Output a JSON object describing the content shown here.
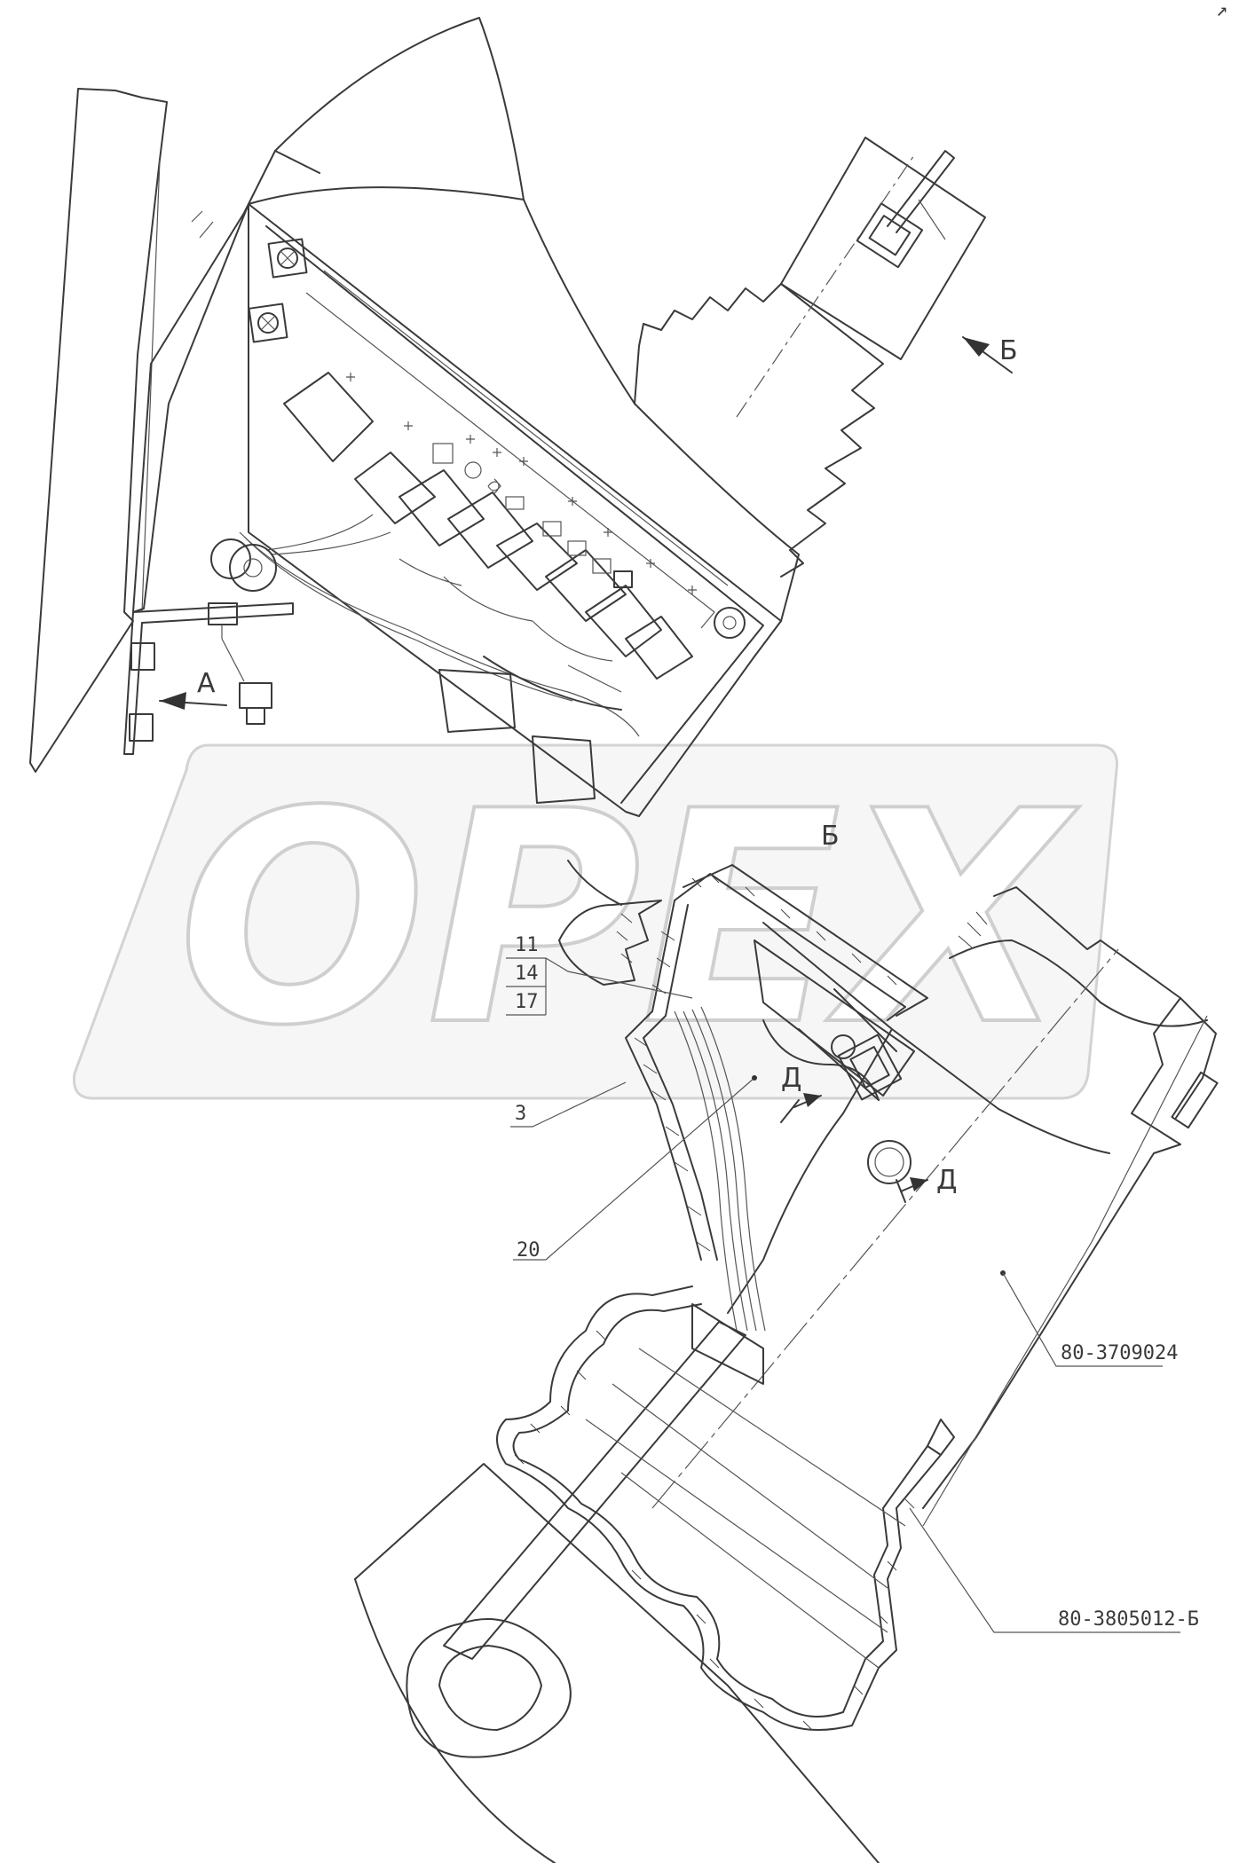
{
  "drawing": {
    "corner_mark": "↗",
    "view_labels": {
      "a": "А",
      "b": "Б",
      "b_section": "Б",
      "d_top": "Д",
      "d_bottom": "Д",
      "d_section": "Д"
    },
    "callouts": {
      "c11": "11",
      "c14": "14",
      "c17": "17",
      "c3": "3",
      "c20": "20",
      "part_cylinder": "80-3709024",
      "part_boot": "80-3805012-Б"
    },
    "watermark": "ОРЕХ"
  }
}
